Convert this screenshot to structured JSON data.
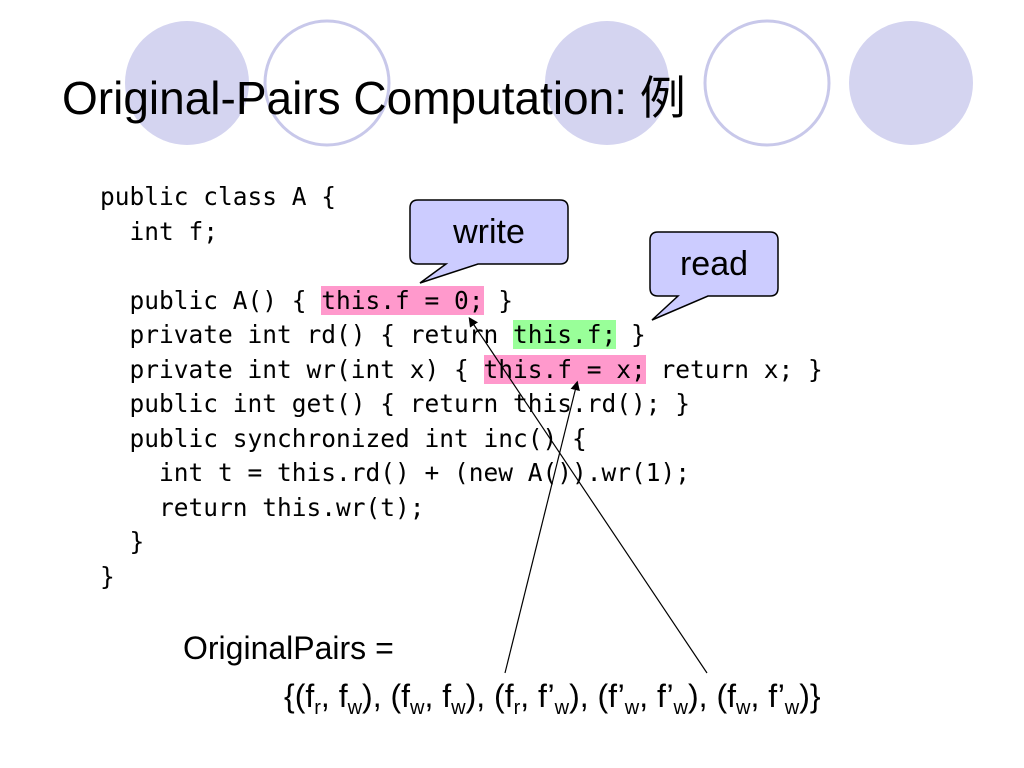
{
  "slide": {
    "title": "Original-Pairs Computation: 例"
  },
  "code": {
    "line1": "public class A {",
    "line2": "  int f;",
    "line3": "",
    "line4_pre": "  public A() { ",
    "line4_hl": "this.f = 0;",
    "line4_post": " }",
    "line5_pre": "  private int rd() { return ",
    "line5_hl": "this.f;",
    "line5_post": " }",
    "line6_pre": "  private int wr(int x) { ",
    "line6_hl": "this.f = x;",
    "line6_post": " return x; }",
    "line7": "  public int get() { return this.rd(); }",
    "line8": "  public synchronized int inc() {",
    "line9": "    int t = this.rd() + (new A()).wr(1);",
    "line10": "    return this.wr(t);",
    "line11": "  }",
    "line12": "}"
  },
  "callouts": {
    "write": "write",
    "read": "read"
  },
  "original_pairs": {
    "label": "OriginalPairs =",
    "open": "{",
    "p1_a": "(f",
    "p1_a_sub": "r",
    "p1_sep": ", f",
    "p1_b_sub": "w",
    "p1_close": "),",
    "p2_a": " (f",
    "p2_a_sub": "w",
    "p2_sep": ", f",
    "p2_b_sub": "w",
    "p2_close": "),",
    "p3_a": " (f",
    "p3_a_sub": "r",
    "p3_sep": ", f’",
    "p3_b_sub": "w",
    "p3_close": "),",
    "p4_a": " (f’",
    "p4_a_sub": "w",
    "p4_sep": ", f’",
    "p4_b_sub": "w",
    "p4_close": "),",
    "p5_a": " (f",
    "p5_a_sub": "w",
    "p5_sep": ", f’",
    "p5_b_sub": "w",
    "p5_close": ")",
    "end": "}"
  },
  "colors": {
    "circle_fill": "#d4d4f0",
    "circle_outline": "#c8c8ea",
    "callout_fill": "#ccccff",
    "write_highlight": "#ff99cc",
    "read_highlight": "#99ff99"
  }
}
